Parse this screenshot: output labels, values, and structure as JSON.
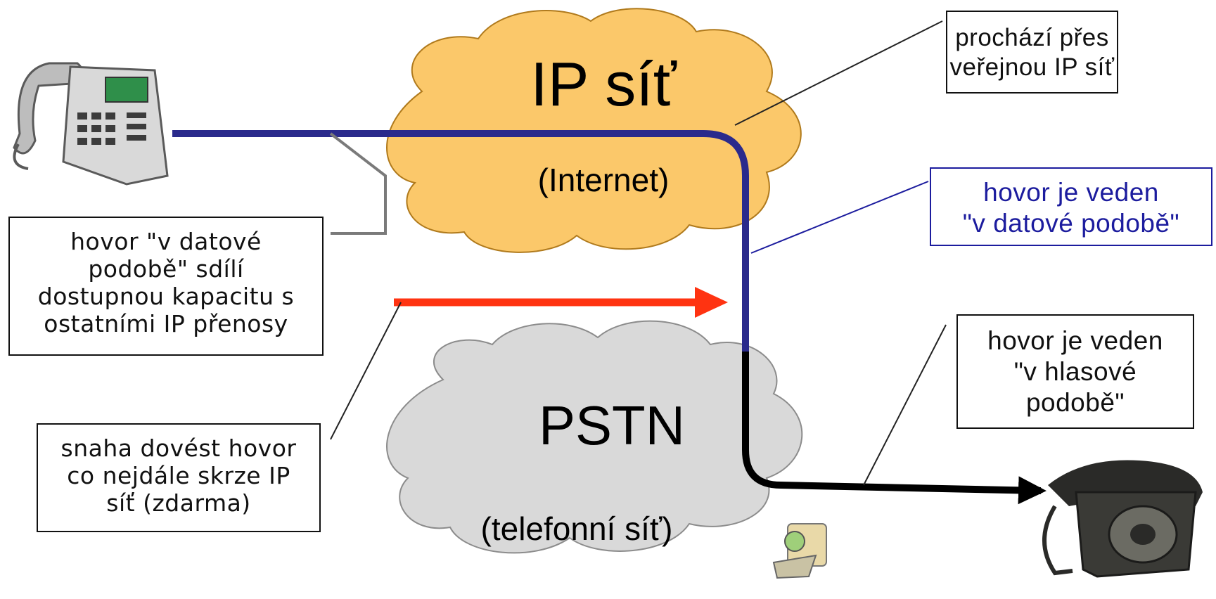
{
  "clouds": {
    "ip": {
      "title": "IP síť",
      "subtitle": "(Internet)",
      "color": "#fbc86a"
    },
    "pstn": {
      "title": "PSTN",
      "subtitle": "(telefonní síť)",
      "color": "#d9d9d9"
    }
  },
  "labels": {
    "public_ip": "prochází přes\nveřejnou IP síť",
    "data_form": "hovor je veden\n\"v datové podobě\"",
    "shared_capacity": "hovor \"v datové\npodobě\" sdílí\ndostupnou kapacitu s\nostatními IP přenosy",
    "voice_form": "hovor je veden\n\"v hlasové\npodobě\"",
    "free_route": "snaha dovést hovor\nco nejdále skrze IP\nsíť (zdarma)"
  },
  "colors": {
    "ip_path": "#2a2a8c",
    "pstn_path": "#000000",
    "arrow": "#ff3311",
    "blue_text": "#1c1c9e"
  },
  "icons": {
    "ip_phone": "ip-phone-icon",
    "old_phone": "rotary-phone-icon",
    "small_clipart": "small-clipart-icon"
  }
}
